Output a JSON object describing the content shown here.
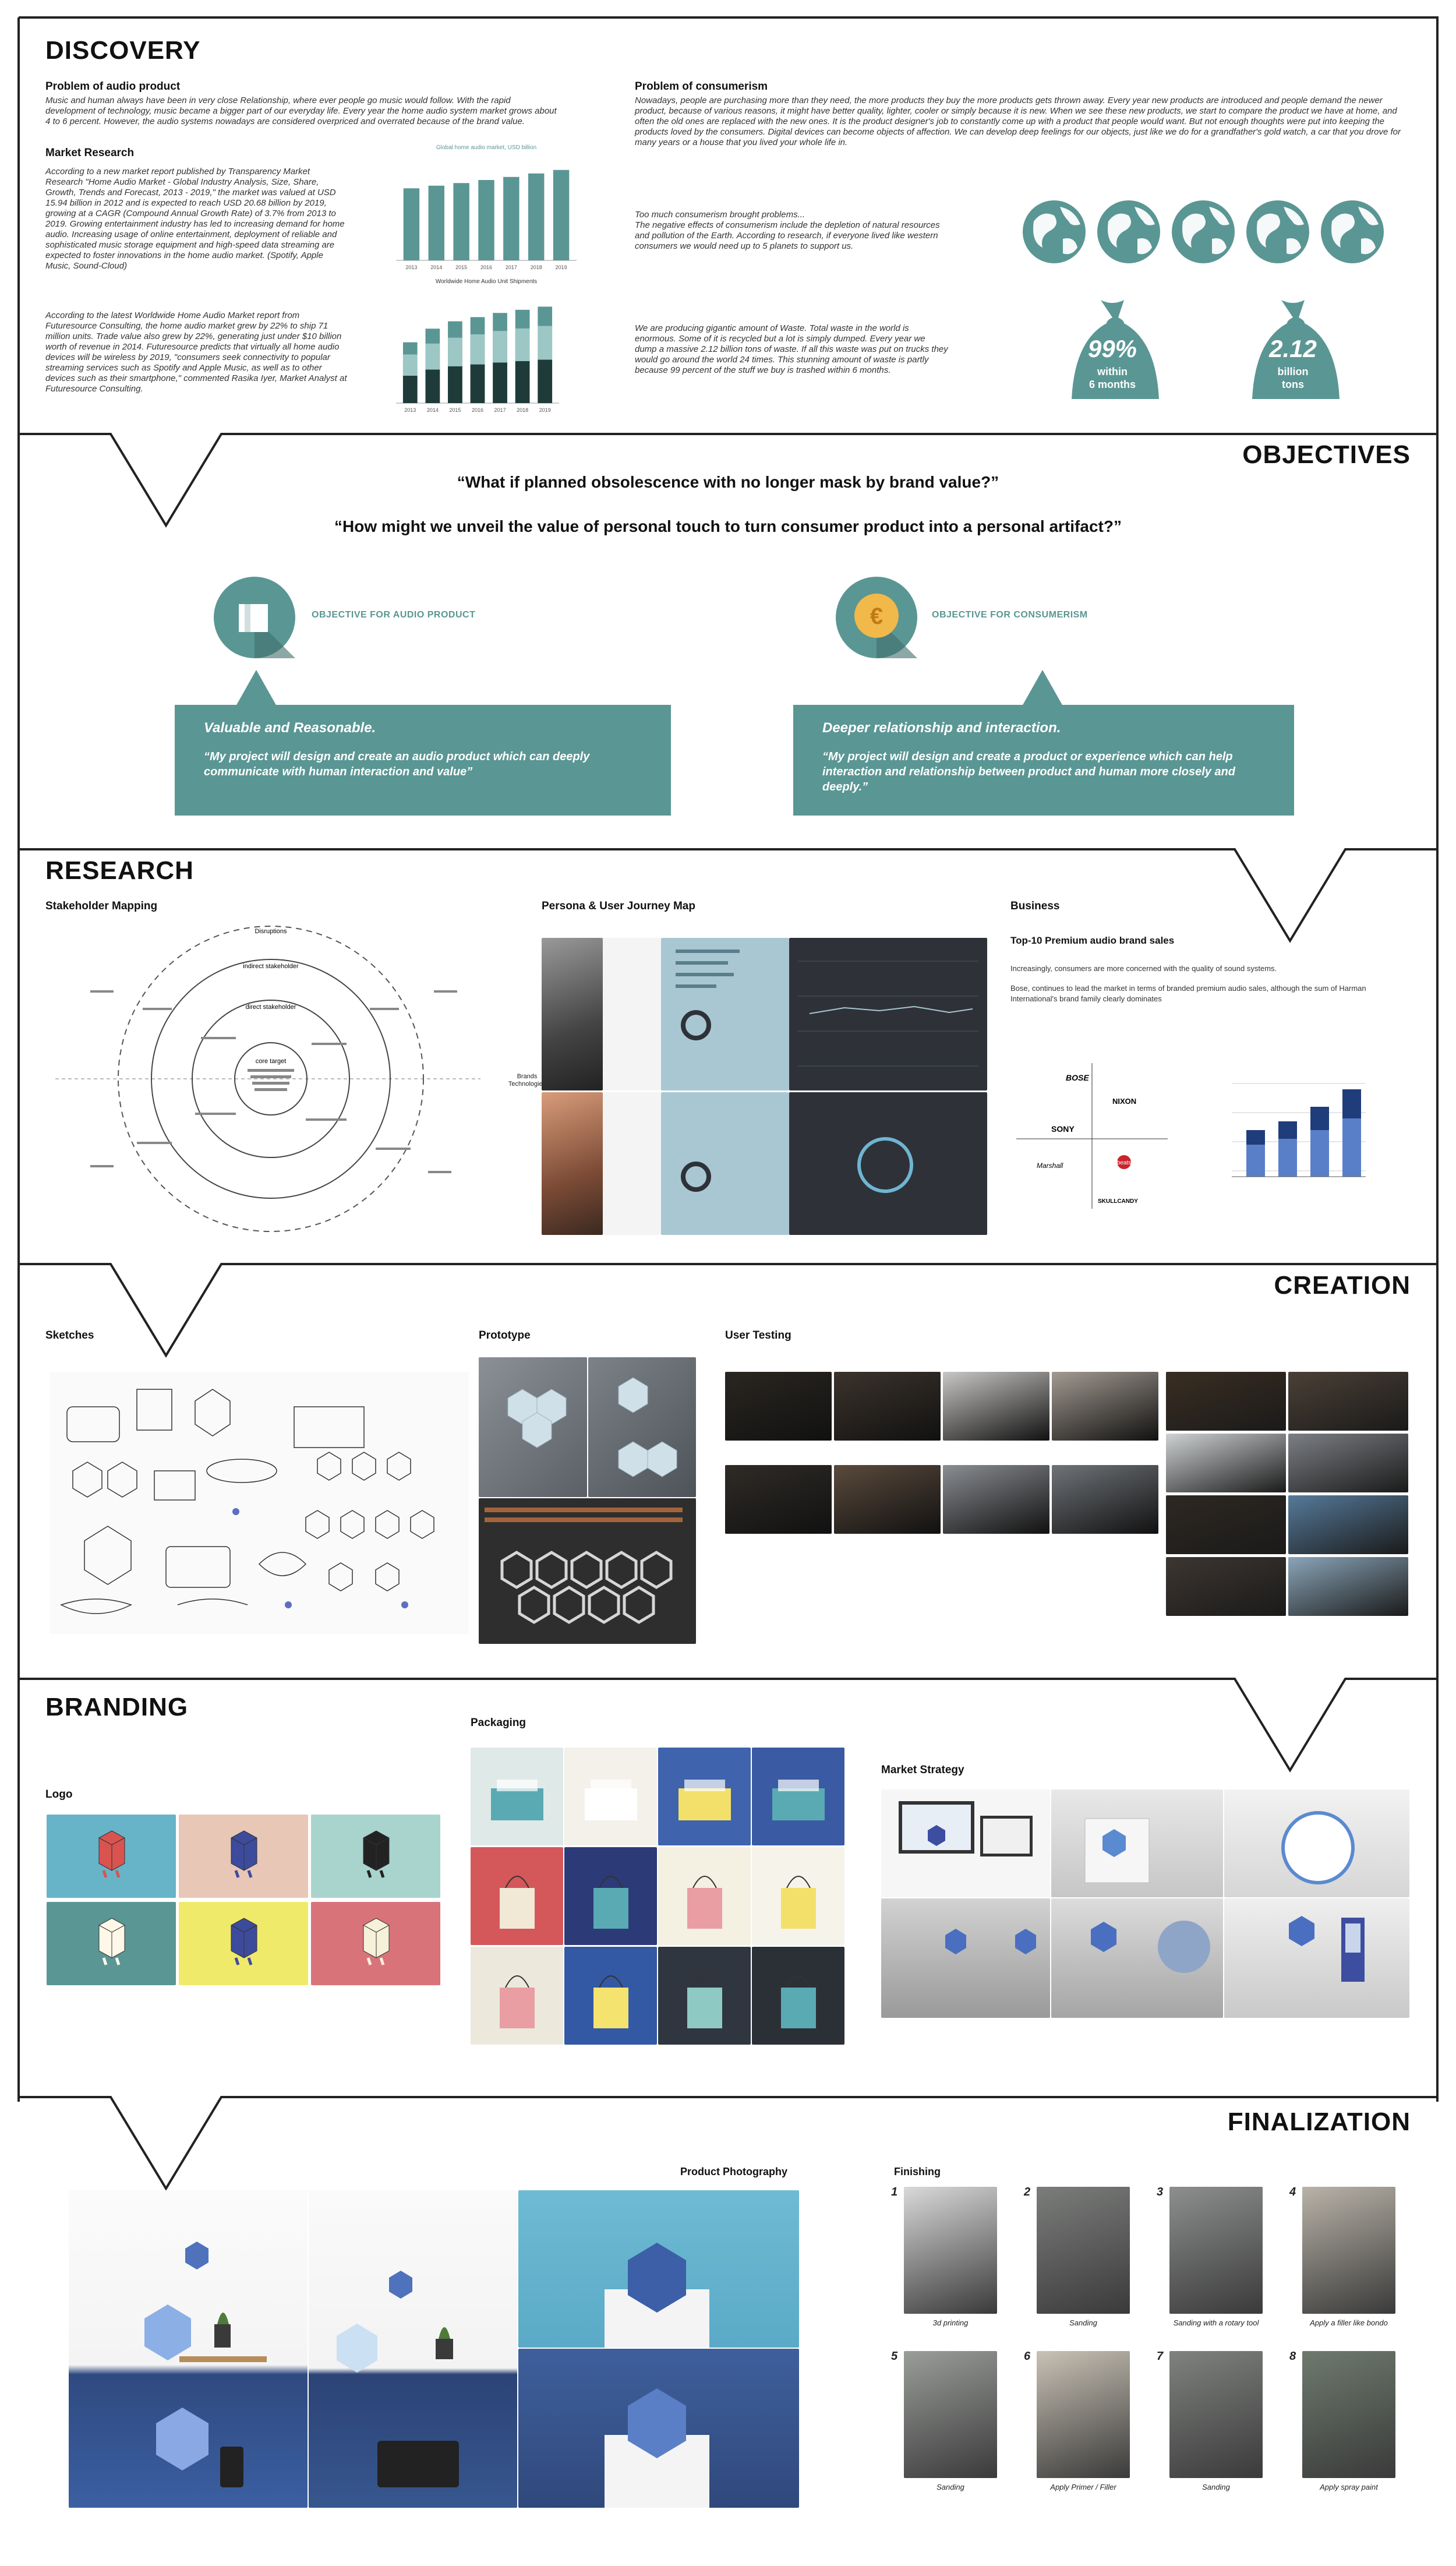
{
  "discovery": {
    "title": "DISCOVERY",
    "audio_heading": "Problem of audio product",
    "audio_text": "Music and human always have been in very close  Relationship, where ever people go music would follow. With the rapid development of technology, music became a bigger part of our everyday life. Every year the home audio system market grows about 4 to 6 percent. However, the audio systems nowadays are considered overpriced and overrated because of the brand value.",
    "market_heading": "Market Research",
    "market_text1": "According to a new market report published by Transparency Market Research \"Home Audio Market - Global Industry Analysis, Size, Share, Growth, Trends and Forecast, 2013 - 2019,\" the market was valued at USD 15.94 billion in 2012 and is expected to reach USD 20.68 billion by 2019, growing at a CAGR (Compound Annual Growth Rate) of 3.7% from 2013 to 2019. Growing entertainment industry has led to increasing demand for home audio. Increasing usage of online entertainment, deployment of reliable and sophisticated music storage equipment and high-speed data streaming are expected to foster innovations in the home audio market. (Spotify, Apple Music, Sound-Cloud)",
    "market_text2": "According to the latest Worldwide Home Audio Market report from Futuresource Consulting, the home audio market grew by 22% to ship 71 million units. Trade value also grew by 22%, generating just under $10 billion worth of revenue in 2014.  Futuresource predicts that virtually all home audio devices will be wireless by 2019, \"consumers seek connectivity to popular streaming services such as Spotify and Apple Music, as well as to other devices such as their smartphone,\" commented Rasika Iyer, Market Analyst at Futuresource Consulting.",
    "consumer_heading": "Problem of consumerism",
    "consumer_text": "Nowadays, people are purchasing more than they need, the more products they buy the more products gets thrown away. Every year new products are introduced and people demand the newer product, because of various reasons, it might have better quality, lighter, cooler or simply because it is new. When we see these new products, we start to compare the product we have at home, and often the old ones are replaced with the new ones. It is the product designer's job to constantly come up with a product that people would want. But not enough thoughts were put into keeping the products loved by the consumers. Digital devices can become objects of affection. We can develop deep feelings for our objects, just like we do for a grandfather's gold watch, a car that you drove for many years or a house that you lived your whole life in.",
    "consumer_text2": "Too much consumerism brought problems...\nThe negative effects of consumerism include the depletion of natural resources and pollution of the Earth. According to research, if everyone lived like western consumers we would need up to 5 planets to support us.",
    "consumer_text3": "We are producing gigantic amount of Waste. Total waste in the world is enormous. Some of it is recycled but a lot is simply dumped. Every year we dump a massive 2.12 billion tons of waste. If all this waste was put on trucks they would go around the world 24 times. This stunning amount of waste is partly because 99 percent of the stuff we buy is trashed within 6 months.",
    "stat1_big": "99%",
    "stat1_small1": "within",
    "stat1_small2": "6 months",
    "stat2_big": "2.12",
    "stat2_small1": "billion",
    "stat2_small2": "tons",
    "chart1_title": "Global home audio market, USD billion",
    "chart2_title": "Worldwide Home Audio Unit Shipments"
  },
  "chart_data": [
    {
      "type": "bar",
      "title": "Global home audio market, USD billion",
      "categories": [
        "2013",
        "2014",
        "2015",
        "2016",
        "2017",
        "2018",
        "2019"
      ],
      "values": [
        16.5,
        17.1,
        17.7,
        18.4,
        19.1,
        19.9,
        20.7
      ]
    },
    {
      "type": "bar",
      "title": "Worldwide Home Audio Unit Shipments",
      "categories": [
        "2013",
        "2014",
        "2015",
        "2016",
        "2017",
        "2018",
        "2019"
      ],
      "values": [
        58,
        71,
        78,
        82,
        86,
        89,
        92
      ]
    }
  ],
  "objectives": {
    "title": "OBJECTIVES",
    "q1": "“What if planned obsolescence with no longer mask by brand value?”",
    "q2": "“How might we unveil the value of personal touch to turn consumer product into a personal artifact?”",
    "label1": "OBJECTIVE FOR AUDIO PRODUCT",
    "label2": "OBJECTIVE FOR CONSUMERISM",
    "card1_title": "Valuable and Reasonable.",
    "card1_text": "“My project will design and create an audio product which can deeply communicate with human interaction and value”",
    "card2_title": "Deeper relationship and interaction.",
    "card2_text": "“My project will design and create a product or experience which can help interaction and relationship between product and human more closely and deeply.”"
  },
  "research": {
    "title": "RESEARCH",
    "stakeholder": "Stakeholder Mapping",
    "persona": "Persona & User Journey Map",
    "business": "Business",
    "top10": "Top-10 Premium audio brand sales",
    "biz_text1": "Increasingly, consumers are more concerned with the quality of sound systems.",
    "biz_text2": "Bose, continues to lead the market in terms of branded premium audio sales, although the sum of Harman International's brand family clearly dominates",
    "ring1": "Disruptions",
    "ring2": "indirect stakeholder",
    "ring3": "direct stakeholder",
    "ring4": "core target",
    "brands_label": "Brands Technologies",
    "brand_names": [
      "BOSE",
      "SONY",
      "Marshall",
      "SKULLCANDY",
      "NIXON",
      "beats"
    ]
  },
  "creation": {
    "title": "CREATION",
    "sketches": "Sketches",
    "prototype": "Prototype",
    "testing": "User Testing"
  },
  "branding": {
    "title": "BRANDING",
    "logo": "Logo",
    "packaging": "Packaging",
    "market": "Market Strategy"
  },
  "finalization": {
    "title": "FINALIZATION",
    "photo": "Product Photography",
    "finishing": "Finishing",
    "steps": [
      {
        "n": "1",
        "label": "3d printing"
      },
      {
        "n": "2",
        "label": "Sanding"
      },
      {
        "n": "3",
        "label": "Sanding with a rotary tool"
      },
      {
        "n": "4",
        "label": "Apply a filler like bondo"
      },
      {
        "n": "5",
        "label": "Sanding"
      },
      {
        "n": "6",
        "label": "Apply Primer / Filler"
      },
      {
        "n": "7",
        "label": "Sanding"
      },
      {
        "n": "8",
        "label": "Apply spray paint"
      }
    ]
  },
  "colors": {
    "teal": "#5a9694",
    "dark": "#222222"
  }
}
